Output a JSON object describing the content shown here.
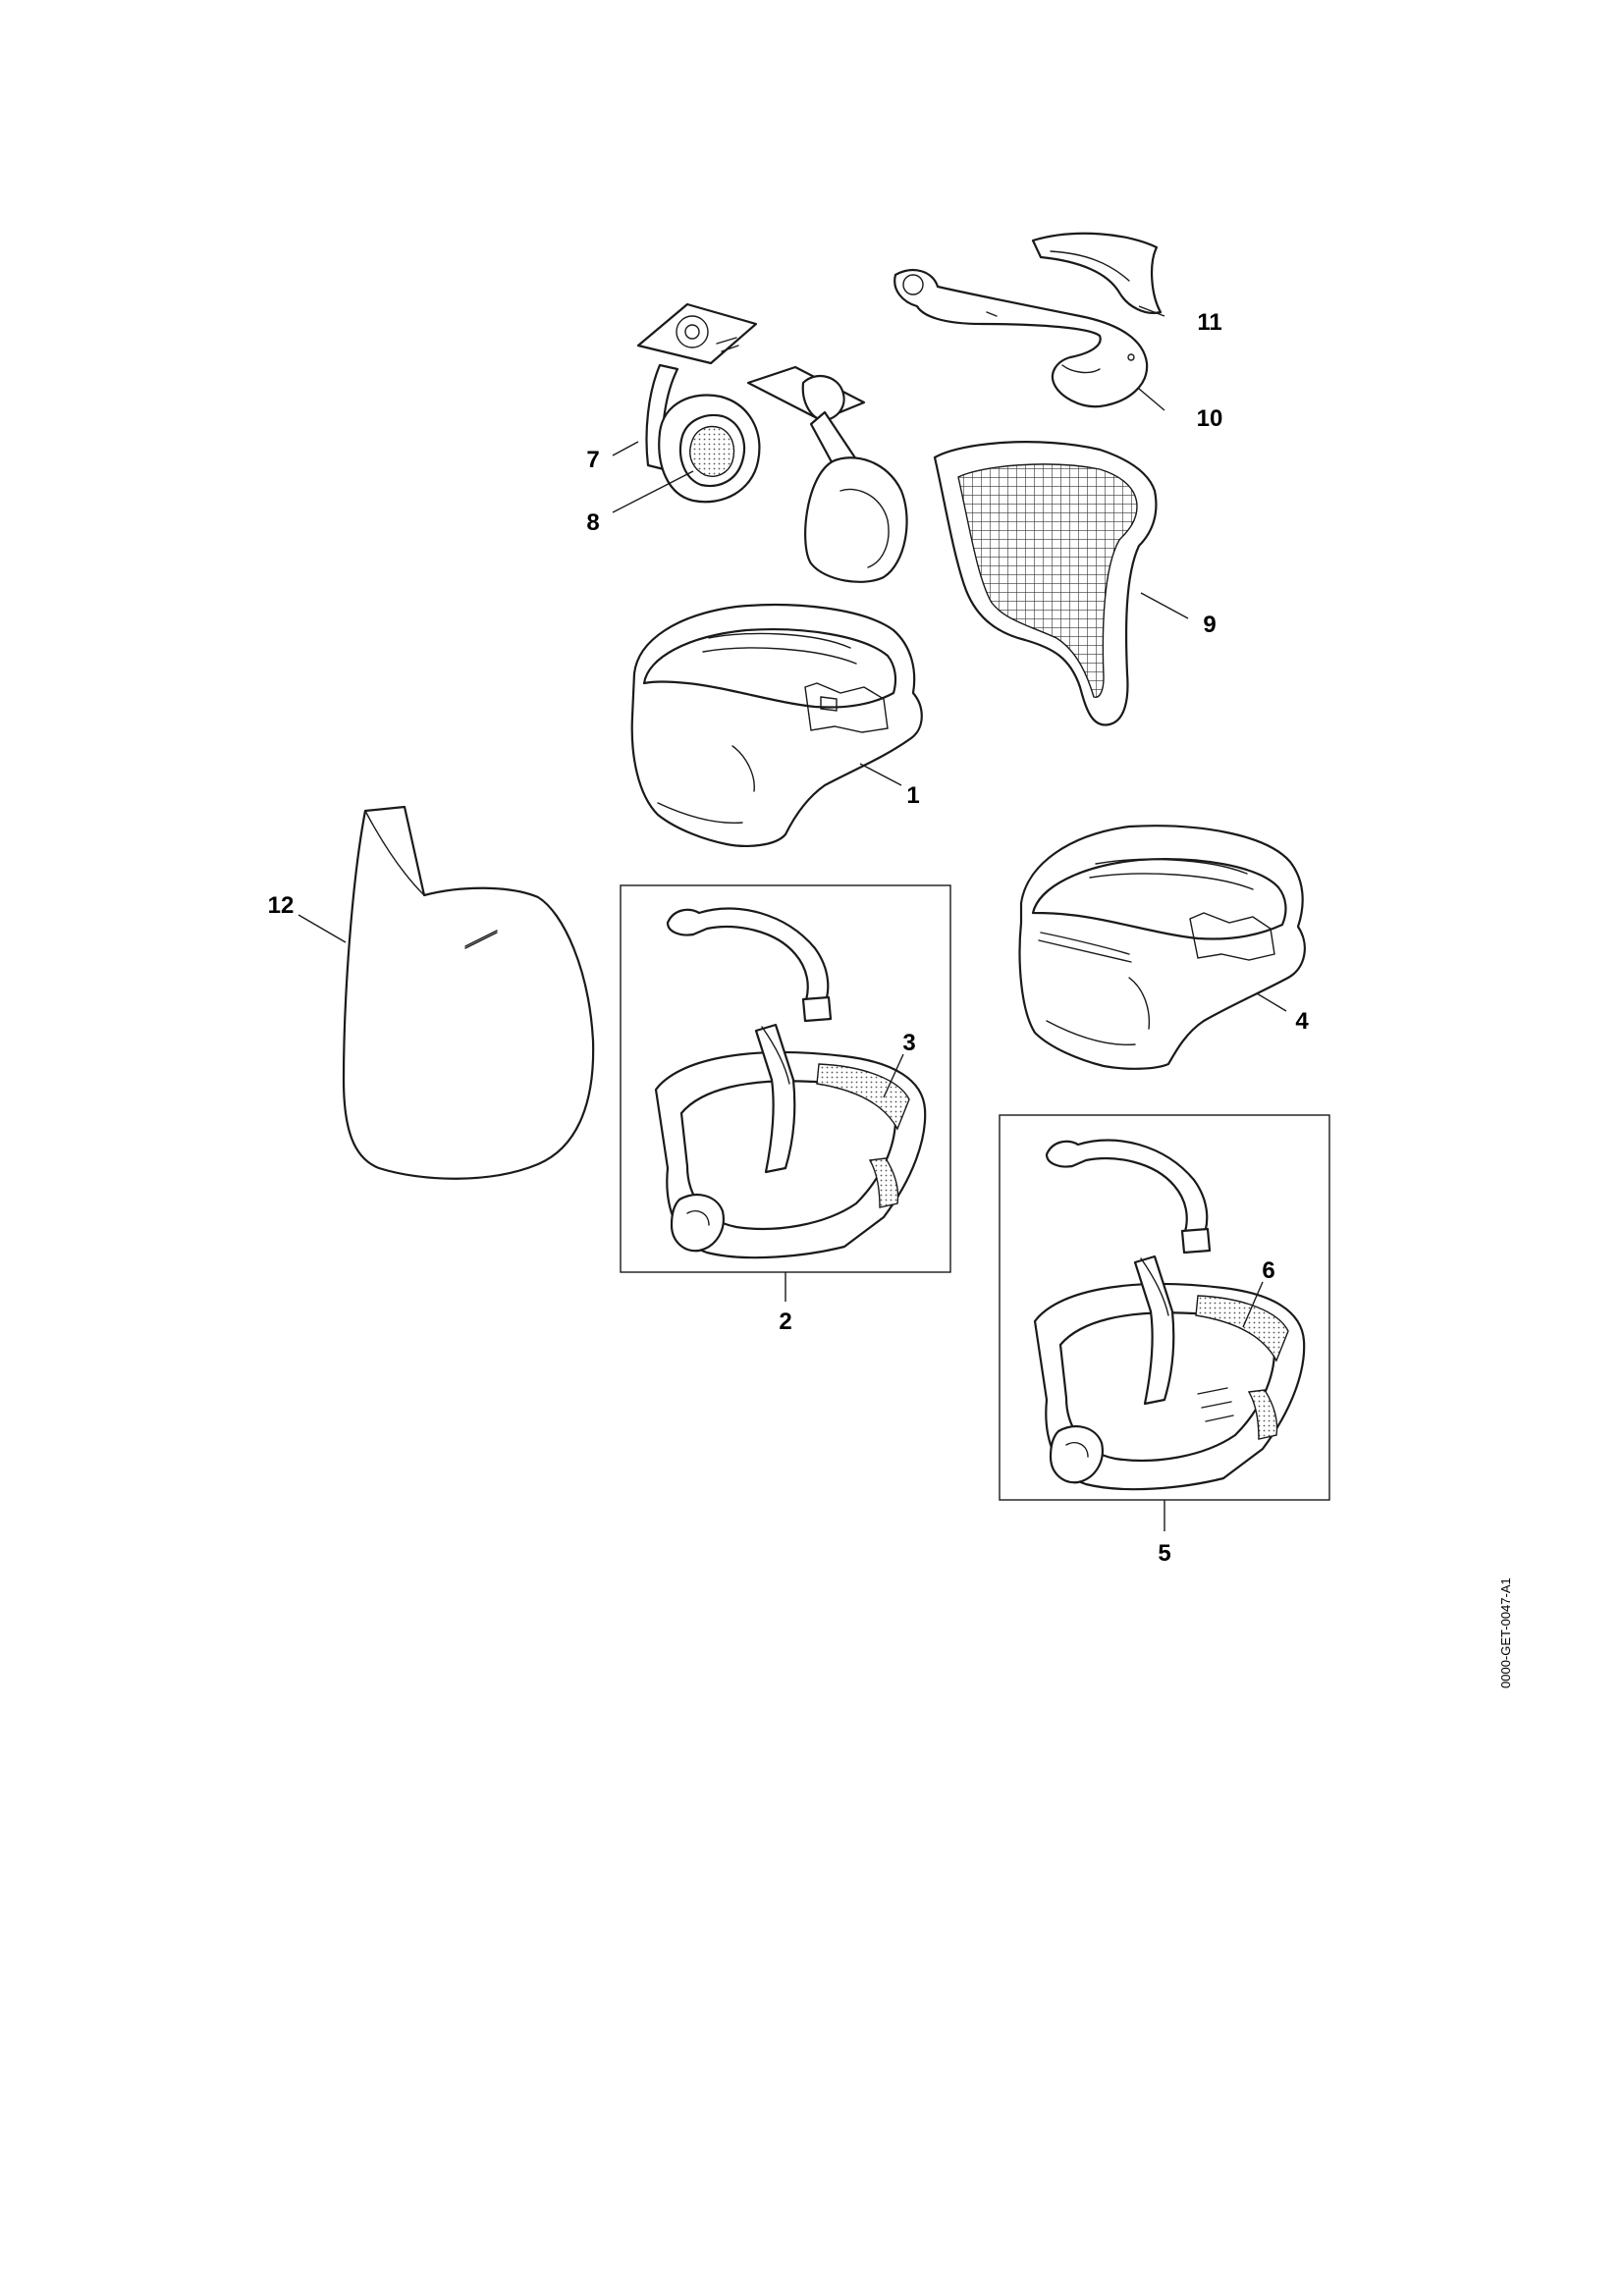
{
  "callouts": {
    "c1": "1",
    "c2": "2",
    "c3": "3",
    "c4": "4",
    "c5": "5",
    "c6": "6",
    "c7": "7",
    "c8": "8",
    "c9": "9",
    "c10": "10",
    "c11": "11",
    "c12": "12"
  },
  "doc_id": "0000-GET-0047-A1"
}
